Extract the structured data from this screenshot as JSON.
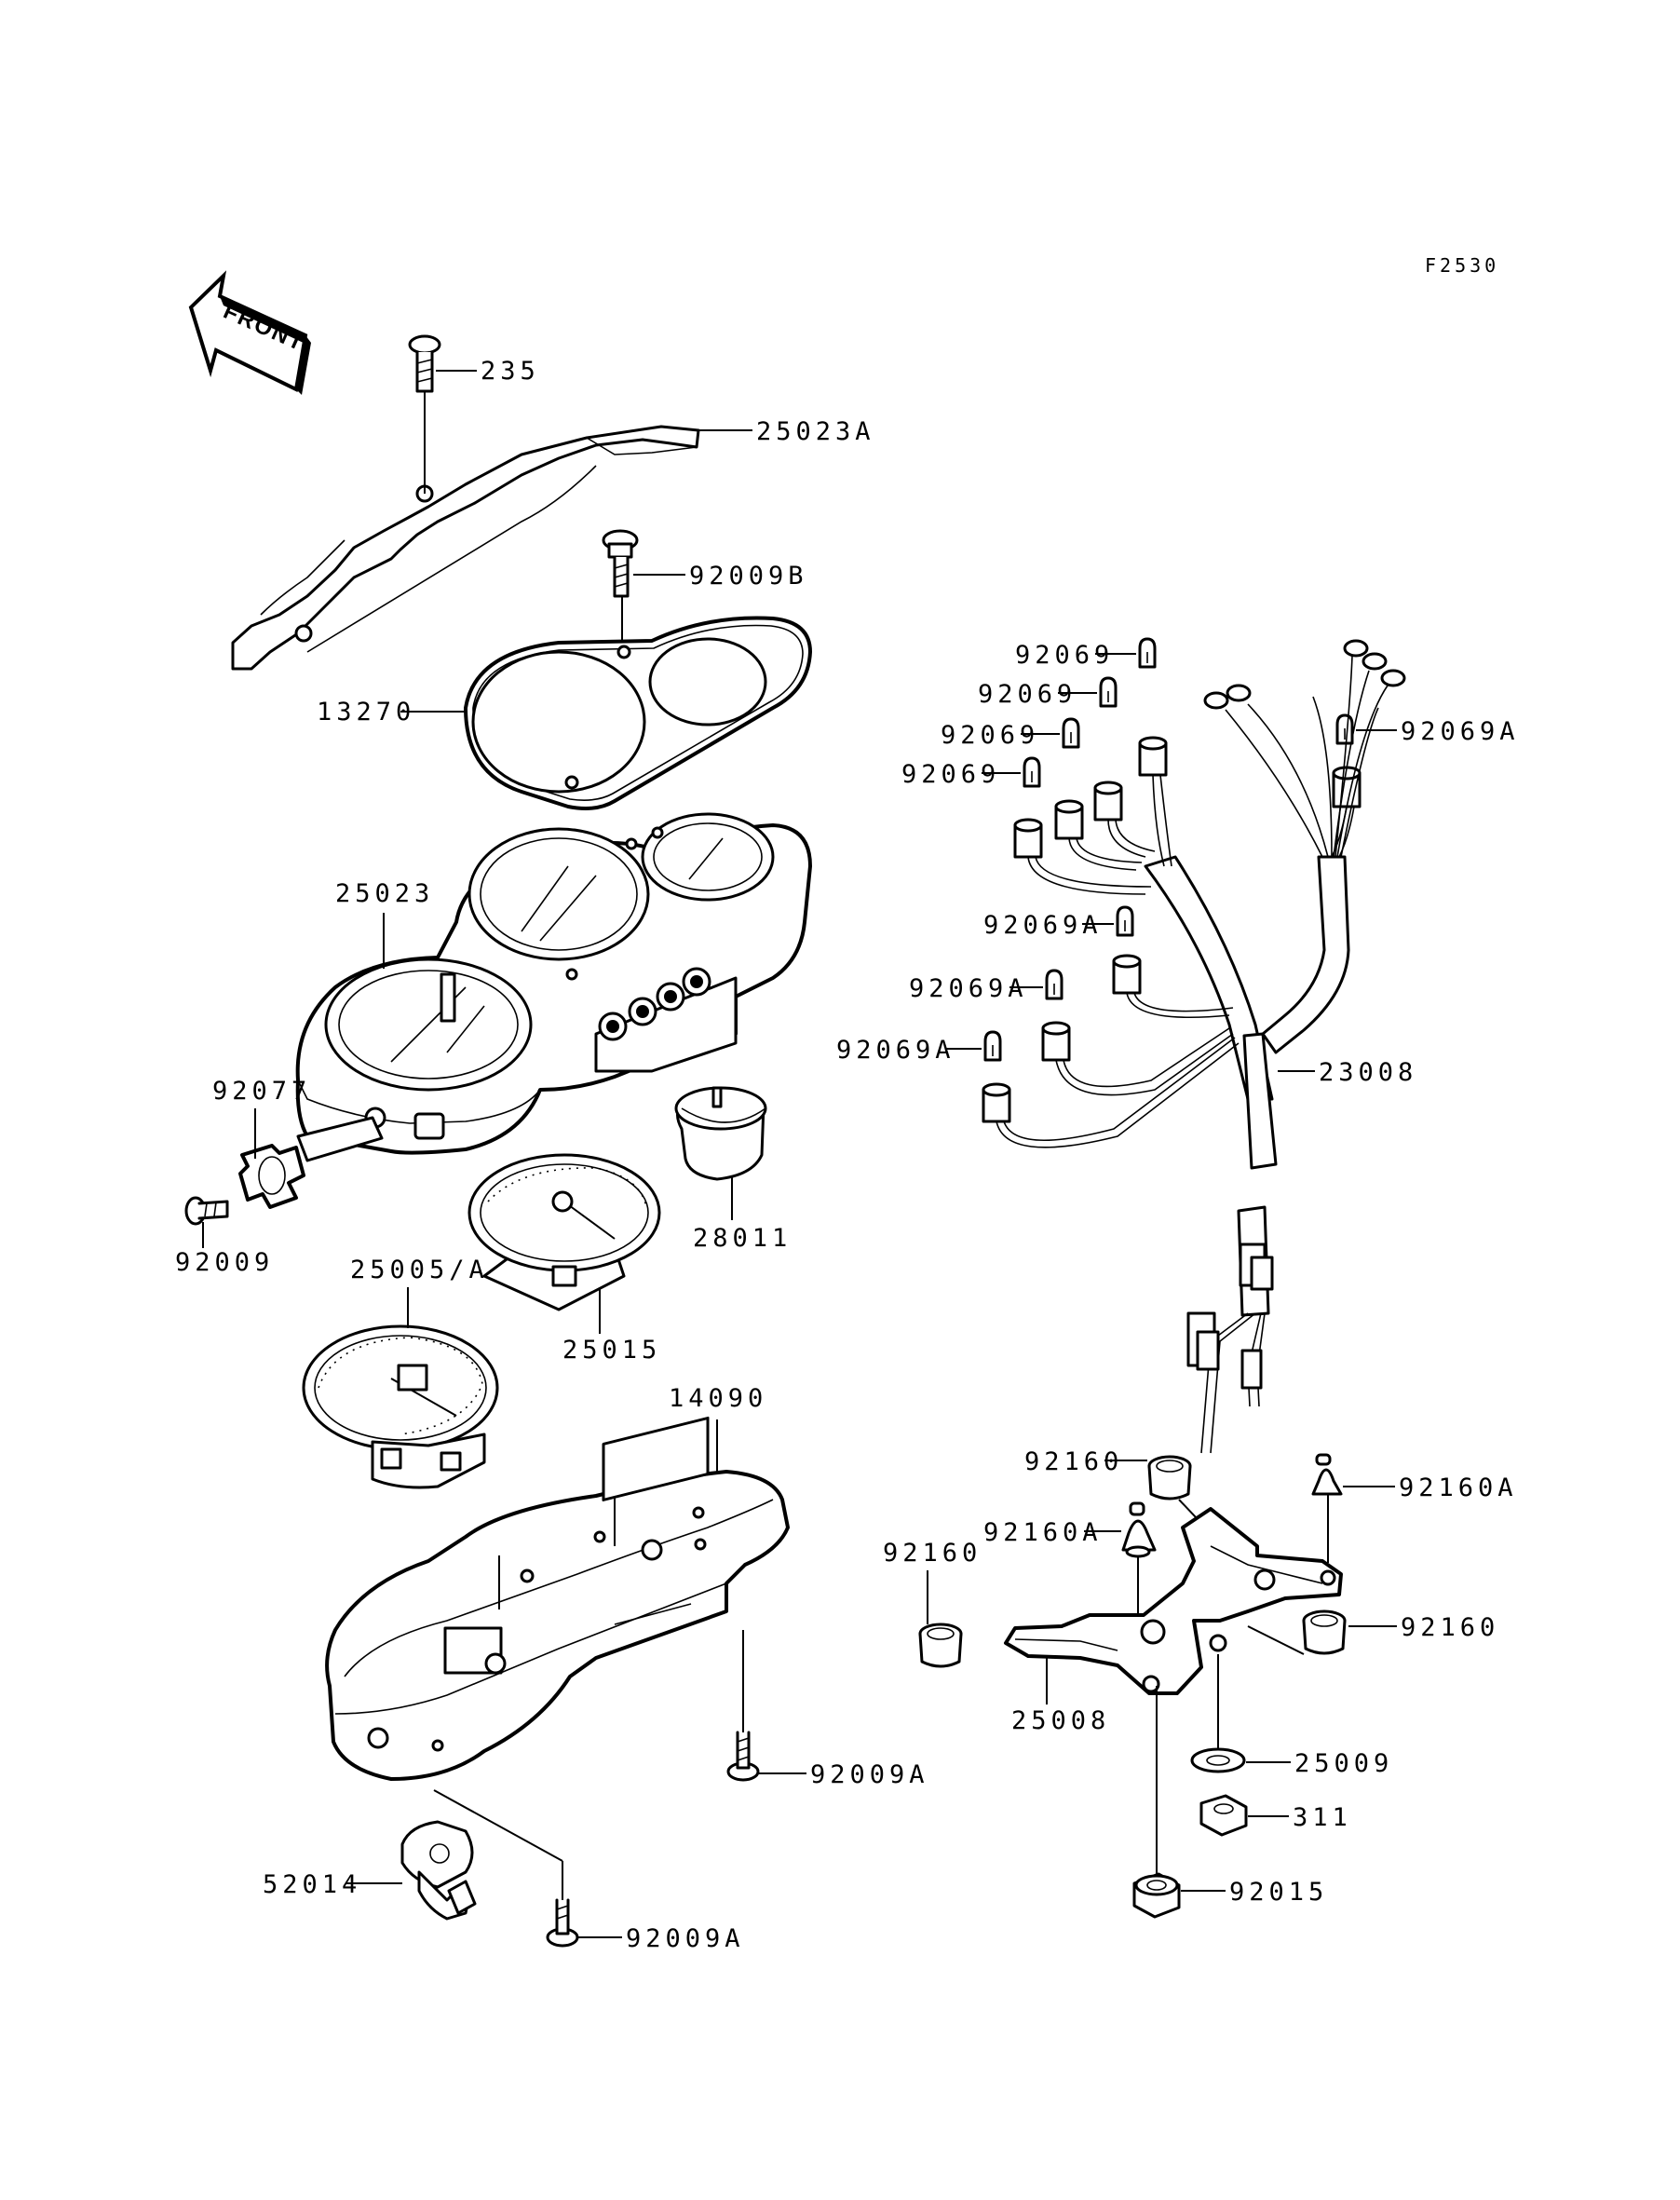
{
  "figure_code": "F2530",
  "front_label": "FRONT",
  "labels": {
    "p235": "235",
    "p25023A": "25023A",
    "p92009B": "92009B",
    "p13270": "13270",
    "p25023": "25023",
    "p92077": "92077",
    "p92009": "92009",
    "p28011": "28011",
    "p25005A": "25005/A",
    "p25015": "25015",
    "p14090": "14090",
    "p92009A_1": "92009A",
    "p52014": "52014",
    "p92009A_2": "92009A",
    "p92069_1": "92069",
    "p92069_2": "92069",
    "p92069_3": "92069",
    "p92069_4": "92069",
    "p92069A_1": "92069A",
    "p92069A_2": "92069A",
    "p92069A_3": "92069A",
    "p92069A_4": "92069A",
    "p23008": "23008",
    "p92160_1": "92160",
    "p92160A_1": "92160A",
    "p92160A_2": "92160A",
    "p92160_2": "92160",
    "p92160_3": "92160",
    "p25008": "25008",
    "p25009": "25009",
    "p311": "311",
    "p92015": "92015"
  }
}
